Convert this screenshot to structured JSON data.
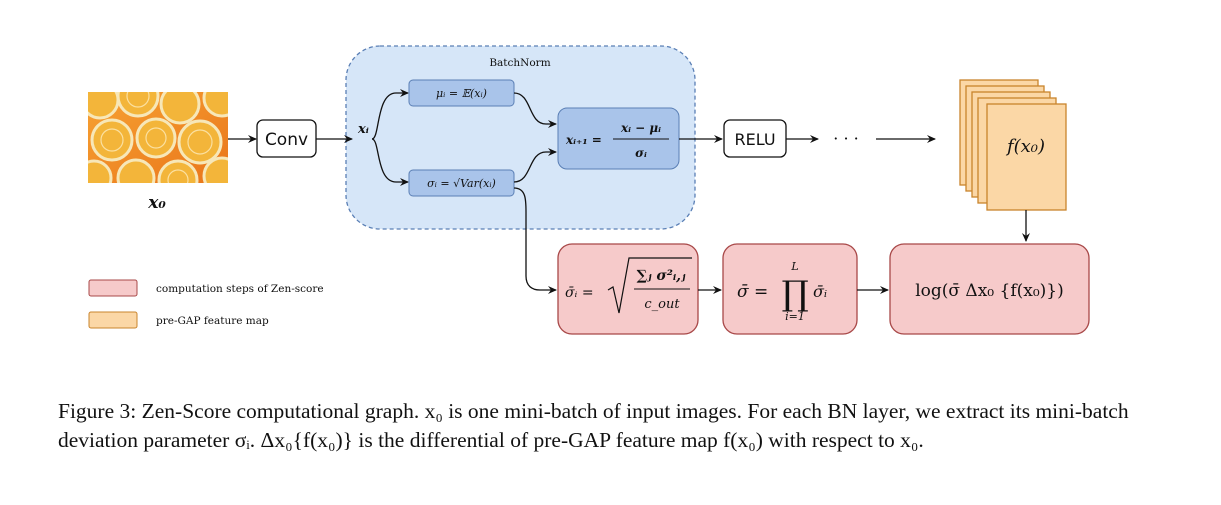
{
  "colors": {
    "batchnorm_fill": "#d6e6f8",
    "batchnorm_border": "#5a7fb5",
    "node_blue": "#a9c4ea",
    "zen_fill": "#f6caca",
    "zen_border": "#a84848",
    "feature_fill": "#fbd7a6",
    "feature_border": "#c9842c"
  },
  "diagram": {
    "input_label": "x₀",
    "conv": "Conv",
    "batchnorm_title": "BatchNorm",
    "xi": "xᵢ",
    "mu": "μᵢ = 𝔼(xᵢ)",
    "sigma": "σᵢ = √Var(xᵢ)",
    "norm_lhs": "xᵢ₊₁ =",
    "norm_num": "xᵢ − μᵢ",
    "norm_den": "σᵢ",
    "relu": "RELU",
    "dots": "· · ·",
    "feature": "f(x₀)",
    "sigma_bar_lhs": "σ̄ᵢ =",
    "sigma_bar_num": "∑ⱼ σ²ᵢ,ⱼ",
    "sigma_bar_den": "c_out",
    "prod_lhs": "σ̄ =",
    "prod_sym": "∏",
    "prod_top": "L",
    "prod_bot": "i=1",
    "prod_rhs": "σ̄ᵢ",
    "log_expr": "log(σ̄ Δx₀ {f(x₀)})"
  },
  "legend": [
    {
      "label": "computation steps of  Zen-score",
      "color": "#f6caca",
      "border": "#a84848"
    },
    {
      "label": "pre-GAP feature map",
      "color": "#fbd7a6",
      "border": "#c9842c"
    }
  ],
  "caption": {
    "text": "Figure 3: Zen-Score computational graph. x₀ is one mini-batch of input images. For each BN layer, we extract its mini-batch deviation parameter σᵢ. Δx₀{f(x₀)} is the differential of pre-GAP feature map f(x₀) with respect to x₀."
  }
}
